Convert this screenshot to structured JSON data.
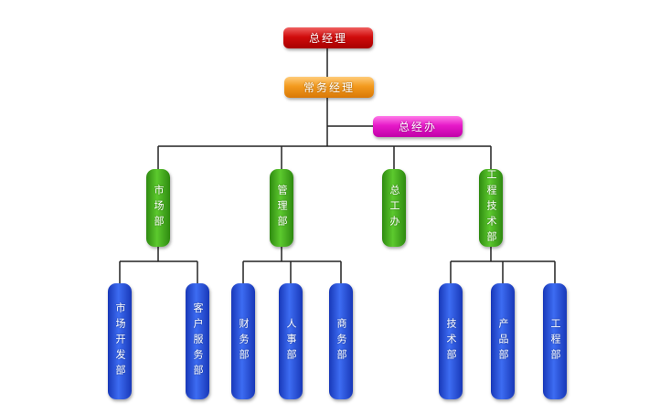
{
  "top": {
    "ceo": "总经理",
    "executive_manager": "常务经理",
    "gm_office": "总经办"
  },
  "departments": [
    {
      "name": "市场部",
      "children": [
        "市场开发部",
        "客户服务部"
      ]
    },
    {
      "name": "管理部",
      "children": [
        "财务部",
        "人事部",
        "商务部"
      ]
    },
    {
      "name": "总工办",
      "children": []
    },
    {
      "name": "工程技术部",
      "children": [
        "技术部",
        "产品部",
        "工程部"
      ]
    }
  ],
  "colors": {
    "ceo": "#d00c0c",
    "executive": "#f39a1e",
    "office": "#e619c8",
    "department": "#4cb82a",
    "sub_department": "#2f5de6",
    "line": "#222222"
  }
}
